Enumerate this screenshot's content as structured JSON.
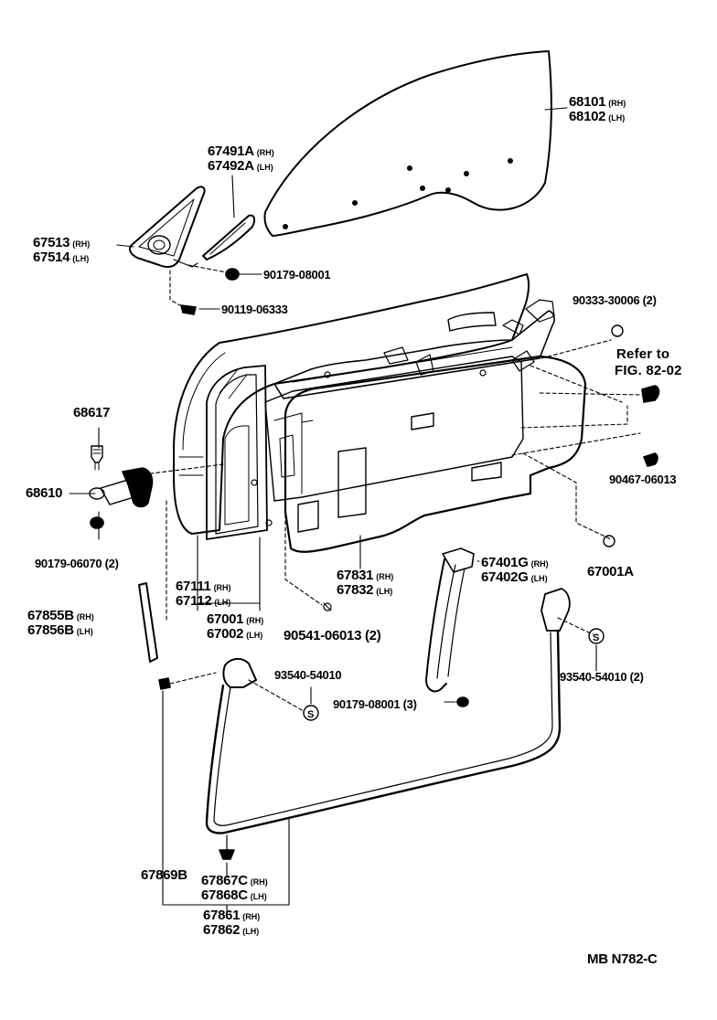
{
  "callouts": {
    "c68101": {
      "num": "68101",
      "suffix": "(RH)"
    },
    "c68102": {
      "num": "68102",
      "suffix": "(LH)"
    },
    "c67491A": {
      "num": "67491A",
      "suffix": "(RH)"
    },
    "c67492A": {
      "num": "67492A",
      "suffix": "(LH)"
    },
    "c67513": {
      "num": "67513",
      "suffix": "(RH)"
    },
    "c67514": {
      "num": "67514",
      "suffix": "(LH)"
    },
    "c90179_08001_top": {
      "num": "90179-08001",
      "suffix": ""
    },
    "c90119_06333": {
      "num": "90119-06333",
      "suffix": ""
    },
    "c90333_30006": {
      "num": "90333-30006 (2)",
      "suffix": ""
    },
    "c68617": {
      "num": "68617",
      "suffix": ""
    },
    "c68610": {
      "num": "68610",
      "suffix": ""
    },
    "c90179_06070": {
      "num": "90179-06070 (2)",
      "suffix": ""
    },
    "c90467_06013": {
      "num": "90467-06013",
      "suffix": ""
    },
    "c67111": {
      "num": "67111",
      "suffix": "(RH)"
    },
    "c67112": {
      "num": "67112",
      "suffix": "(LH)"
    },
    "c67001": {
      "num": "67001",
      "suffix": "(RH)"
    },
    "c67002": {
      "num": "67002",
      "suffix": "(LH)"
    },
    "c67831": {
      "num": "67831",
      "suffix": "(RH)"
    },
    "c67832": {
      "num": "67832",
      "suffix": "(LH)"
    },
    "c67401G": {
      "num": "67401G",
      "suffix": "(RH)"
    },
    "c67402G": {
      "num": "67402G",
      "suffix": "(LH)"
    },
    "c67001A": {
      "num": "67001A",
      "suffix": ""
    },
    "c67855B": {
      "num": "67855B",
      "suffix": "(RH)"
    },
    "c67856B": {
      "num": "67856B",
      "suffix": "(LH)"
    },
    "c90541_06013": {
      "num": "90541-06013 (2)",
      "suffix": ""
    },
    "c93540_left": {
      "num": "93540-54010",
      "suffix": ""
    },
    "c93540_right": {
      "num": "93540-54010 (2)",
      "suffix": ""
    },
    "c90179_08001_bot": {
      "num": "90179-08001 (3)",
      "suffix": ""
    },
    "c67869B": {
      "num": "67869B",
      "suffix": ""
    },
    "c67867C": {
      "num": "67867C",
      "suffix": "(RH)"
    },
    "c67868C": {
      "num": "67868C",
      "suffix": "(LH)"
    },
    "c67861": {
      "num": "67861",
      "suffix": "(RH)"
    },
    "c67862": {
      "num": "67862",
      "suffix": "(LH)"
    }
  },
  "reference": {
    "line1": "Refer to",
    "line2": "FIG. 82-02"
  },
  "figure_code": "MB N782-C"
}
